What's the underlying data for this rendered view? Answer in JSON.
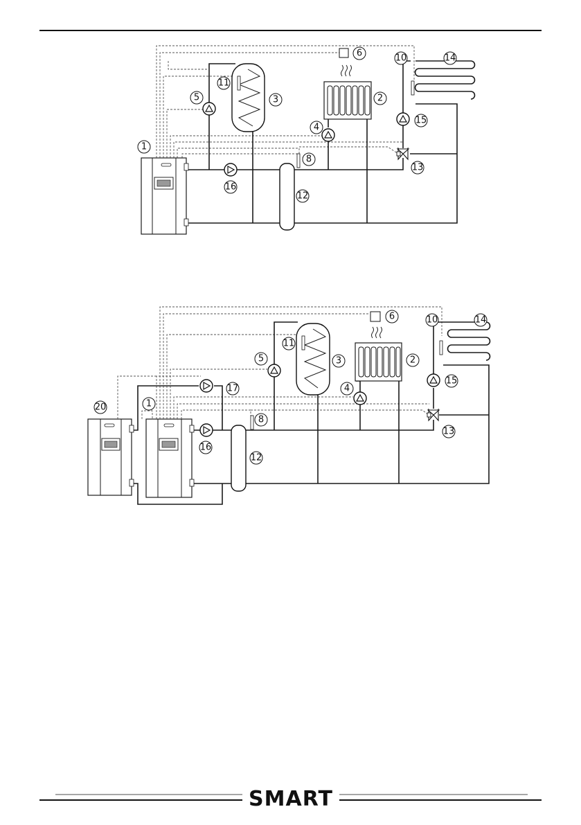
{
  "footer": {
    "logo_text": "SMART"
  },
  "diagram1": {
    "labels": {
      "boiler": "1",
      "radiator": "2",
      "tank": "3",
      "pump_radiator": "4",
      "pump_tank": "5",
      "room_sensor": "6",
      "sensor_buffer": "8",
      "sensor_floor": "10",
      "sensor_tank": "11",
      "buffer": "12",
      "mixing_valve": "13",
      "floor_heating": "14",
      "pump_floor": "15",
      "pump_main": "16"
    }
  },
  "diagram2": {
    "labels": {
      "boiler": "1",
      "radiator": "2",
      "tank": "3",
      "pump_radiator": "4",
      "pump_tank": "5",
      "room_sensor": "6",
      "sensor_buffer": "8",
      "sensor_floor": "10",
      "sensor_tank": "11",
      "buffer": "12",
      "mixing_valve": "13",
      "floor_heating": "14",
      "pump_floor": "15",
      "pump_main": "16",
      "pump_second": "17",
      "second_boiler": "20"
    }
  }
}
